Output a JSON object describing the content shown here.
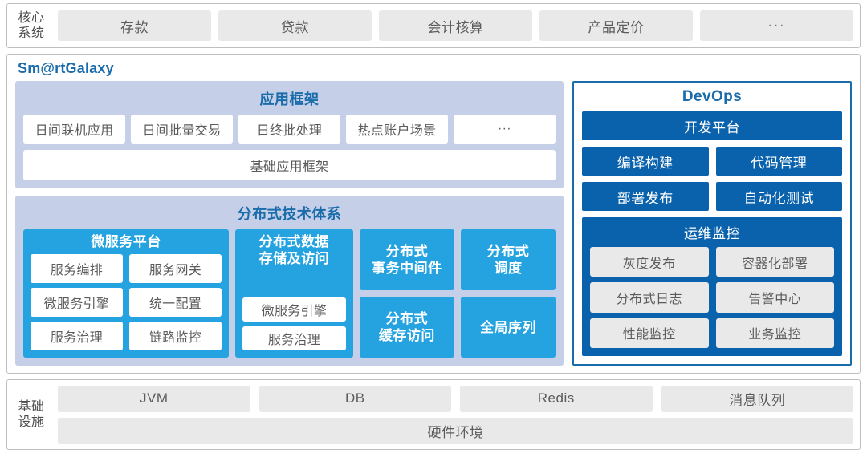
{
  "core_systems": {
    "label": "核心\n系统",
    "label_line1": "核心",
    "label_line2": "系统",
    "items": [
      {
        "label": "存款"
      },
      {
        "label": "贷款"
      },
      {
        "label": "会计核算"
      },
      {
        "label": "产品定价"
      },
      {
        "label": "···"
      }
    ]
  },
  "galaxy": {
    "title": "Sm@rtGalaxy",
    "title_color": "#1b6cab",
    "app_framework": {
      "title": "应用框架",
      "items": [
        {
          "label": "日间联机应用"
        },
        {
          "label": "日间批量交易"
        },
        {
          "label": "日终批处理"
        },
        {
          "label": "热点账户场景"
        },
        {
          "label": "···"
        }
      ],
      "base": {
        "label": "基础应用框架"
      }
    },
    "dist_tech": {
      "title": "分布式技术体系",
      "microservice": {
        "title": "微服务平台",
        "items": [
          {
            "label": "服务编排"
          },
          {
            "label": "服务网关"
          },
          {
            "label": "微服务引擎"
          },
          {
            "label": "统一配置"
          },
          {
            "label": "服务治理"
          },
          {
            "label": "链路监控"
          }
        ]
      },
      "data_storage": {
        "title": "分布式数据\n存储及访问",
        "title_line1": "分布式数据",
        "title_line2": "存储及访问",
        "items": [
          {
            "label": "微服务引擎"
          },
          {
            "label": "服务治理"
          }
        ]
      },
      "cards": [
        {
          "line1": "分布式",
          "line2": "事务中间件"
        },
        {
          "line1": "分布式",
          "line2": "调度"
        },
        {
          "line1": "分布式",
          "line2": "缓存访问"
        },
        {
          "line1": "全局序列",
          "line2": ""
        }
      ]
    }
  },
  "devops": {
    "title": "DevOps",
    "platform": {
      "label": "开发平台"
    },
    "rows": [
      [
        {
          "label": "编译构建"
        },
        {
          "label": "代码管理"
        }
      ],
      [
        {
          "label": "部署发布"
        },
        {
          "label": "自动化测试"
        }
      ]
    ],
    "ops_monitor": {
      "title": "运维监控",
      "items": [
        {
          "label": "灰度发布"
        },
        {
          "label": "容器化部署"
        },
        {
          "label": "分布式日志"
        },
        {
          "label": "告警中心"
        },
        {
          "label": "性能监控"
        },
        {
          "label": "业务监控"
        }
      ]
    }
  },
  "infrastructure": {
    "label_line1": "基础",
    "label_line2": "设施",
    "items": [
      {
        "label": "JVM"
      },
      {
        "label": "DB"
      },
      {
        "label": "Redis"
      },
      {
        "label": "消息队列"
      }
    ],
    "hardware": {
      "label": "硬件环境"
    }
  },
  "colors": {
    "brand_blue": "#1b6cab",
    "devops_blue": "#0a62ac",
    "cyan": "#25a3e0",
    "periwinkle": "#c5cfe8",
    "gray_pill": "#e9e9e9"
  }
}
